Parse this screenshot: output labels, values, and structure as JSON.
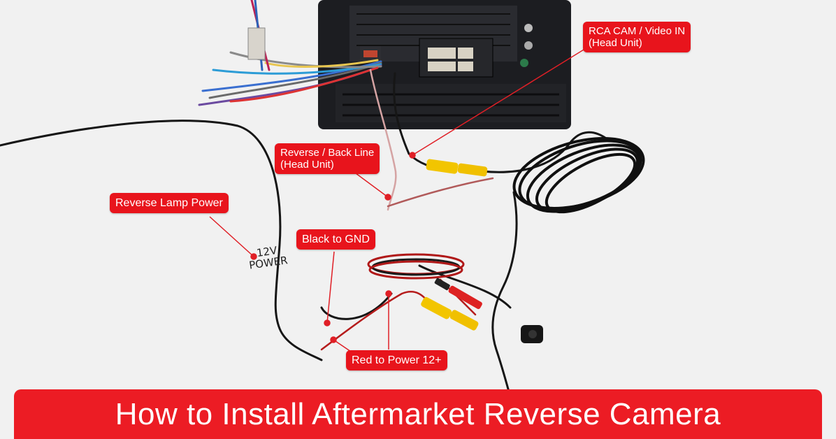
{
  "labels": {
    "rca": [
      "RCA CAM / Video IN",
      "(Head Unit)"
    ],
    "reverse_line": [
      "Reverse / Back Line",
      "(Head Unit)"
    ],
    "reverse_lamp": "Reverse Lamp Power",
    "black_gnd": "Black to GND",
    "red_power": "Red to Power 12+"
  },
  "handwritten": [
    "12V",
    "POWER"
  ],
  "banner": "How to Install Aftermarket Reverse Camera",
  "colors": {
    "label_bg": "#e8141c",
    "banner_bg": "#ec1c24",
    "head_unit": "#1c1d21",
    "rca_yellow": "#f2c500"
  }
}
